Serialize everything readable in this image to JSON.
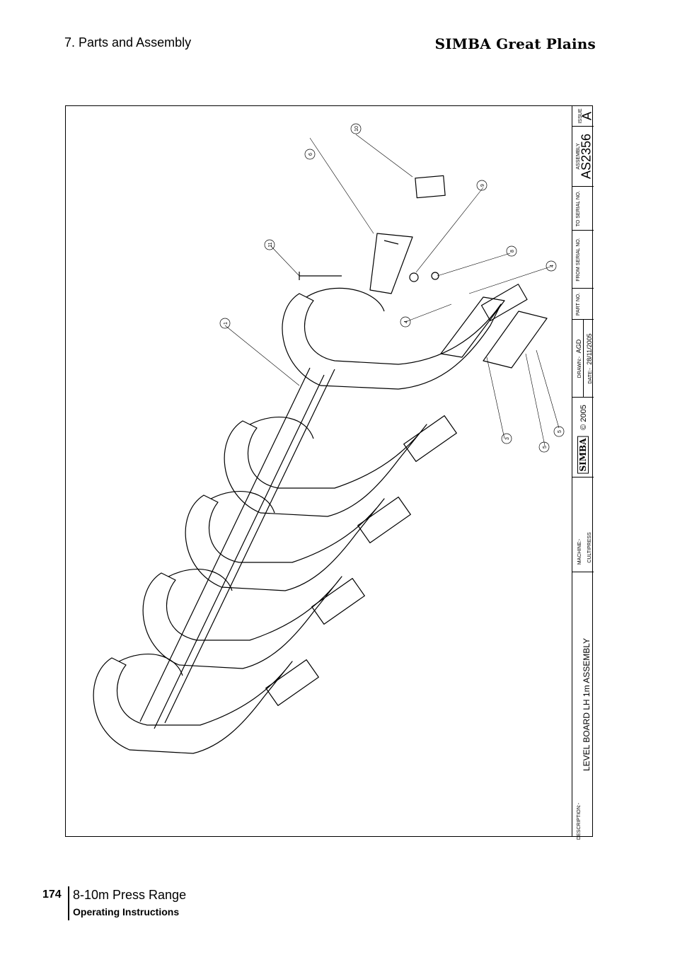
{
  "header": {
    "section": "7. Parts and Assembly",
    "brand": "SIMBA Great Plains"
  },
  "title_block": {
    "description_label": "DESCRIPTION:-",
    "description": "LEVEL BOARD LH 1m ASSEMBLY",
    "machine_label": "MACHINE:-",
    "machine": "CULTIPRESS",
    "logo_text": "SIMBA",
    "copyright": "© 2005",
    "drawn_label": "DRAWN:-",
    "drawn": "AGD",
    "date_label": "DATE:-",
    "date": "28/11/2005",
    "part_no_label": "PART NO.",
    "from_serial_label": "FROM SERIAL NO.",
    "to_serial_label": "TO SERIAL NO.",
    "assembly_label": "ASSEMBLY",
    "assembly": "AS2356",
    "issue_label": "ISSUE",
    "issue": "A"
  },
  "callouts": [
    "1",
    "3",
    "4",
    "4",
    "5",
    "5",
    "6",
    "8",
    "9",
    "10",
    "11"
  ],
  "footer": {
    "page_number": "174",
    "title": "8-10m Press Range",
    "subtitle": "Operating Instructions"
  }
}
